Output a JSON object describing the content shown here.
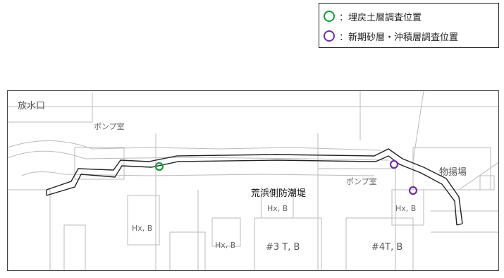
{
  "legend": {
    "items": [
      {
        "symbol": "green-circle",
        "color": "#1a9a3a",
        "label": "：埋戻土層調査位置"
      },
      {
        "symbol": "purple-circle",
        "color": "#7030a0",
        "label": "：新期砂層・沖積層調査位置"
      }
    ]
  },
  "map": {
    "labels": {
      "discharge_outlet": "放水口",
      "pump_room_left": "ポンプ室",
      "pump_room_right": "ポンプ室",
      "unloading_area": "物揚場",
      "seawall": "荒浜側防潮堤",
      "hxb_1": "Hx, B",
      "hxb_2": "Hx, B",
      "hxb_3": "Hx, B",
      "hxb_4": "Hx, B",
      "tb3": "#3 T, B",
      "tb4": "#4T, B"
    },
    "survey_points": [
      {
        "type": "fill-soil",
        "color": "#1a9a3a"
      },
      {
        "type": "sand-alluvium",
        "color": "#7030a0"
      },
      {
        "type": "sand-alluvium",
        "color": "#7030a0"
      }
    ]
  }
}
